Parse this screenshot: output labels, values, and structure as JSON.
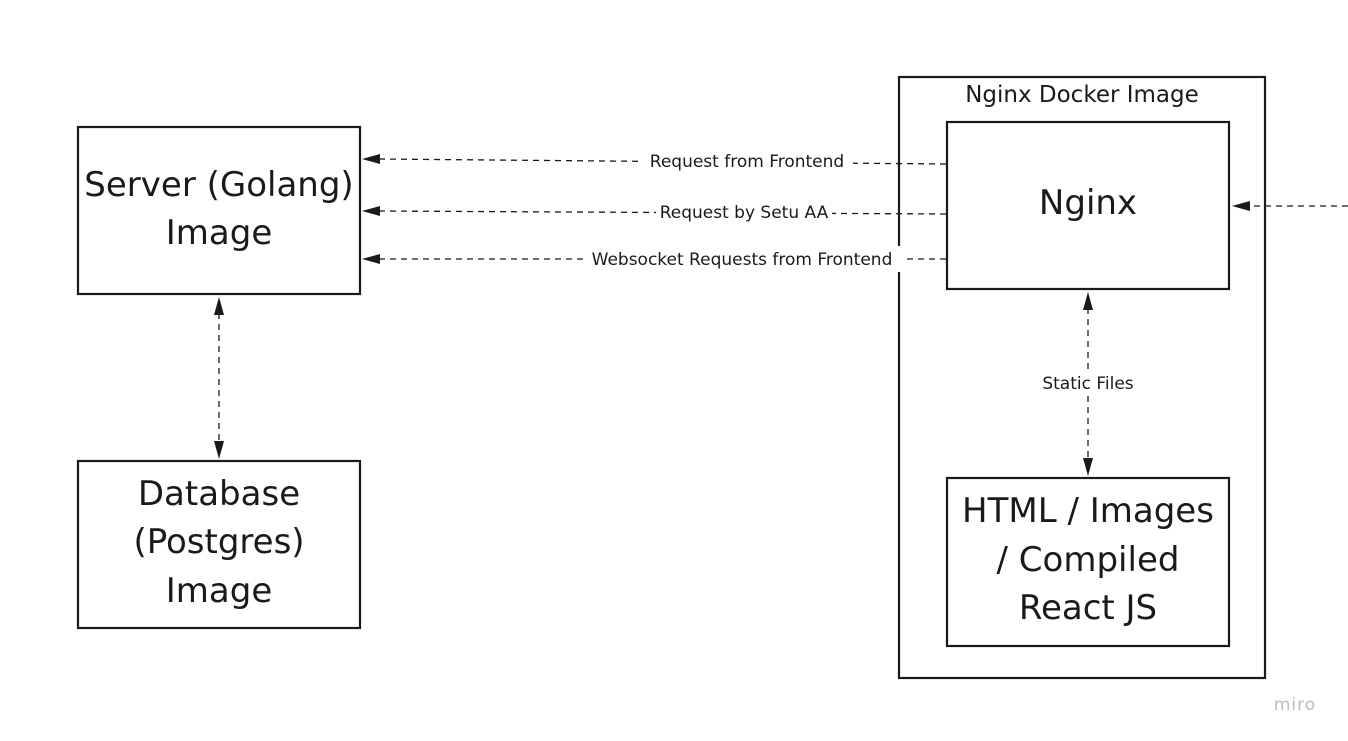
{
  "groups": {
    "nginx_image": {
      "title": "Nginx Docker Image"
    }
  },
  "nodes": {
    "server": {
      "lines": [
        "Server (Golang)",
        "Image"
      ]
    },
    "database": {
      "lines": [
        "Database",
        "(Postgres)",
        "Image"
      ]
    },
    "nginx": {
      "lines": [
        "Nginx"
      ]
    },
    "static_assets": {
      "lines": [
        "HTML / Images",
        "/ Compiled",
        "React JS"
      ]
    }
  },
  "edges": {
    "frontend_request": {
      "label": "Request from Frontend",
      "from": "Nginx",
      "to": "Server (Golang) Image"
    },
    "setu_request": {
      "label": "Request by Setu AA",
      "from": "Nginx",
      "to": "Server (Golang) Image"
    },
    "websocket_request": {
      "label": "Websocket Requests from Frontend",
      "from": "Nginx",
      "to": "Server (Golang) Image"
    },
    "static_files": {
      "label": "Static Files",
      "from": "Nginx",
      "to": "HTML / Images / Compiled React JS",
      "bidirectional": true
    },
    "server_database": {
      "label": "",
      "from": "Server (Golang) Image",
      "to": "Database (Postgres) Image",
      "bidirectional": true
    },
    "external_incoming": {
      "label": "",
      "to": "Nginx"
    }
  },
  "watermark": "miro"
}
